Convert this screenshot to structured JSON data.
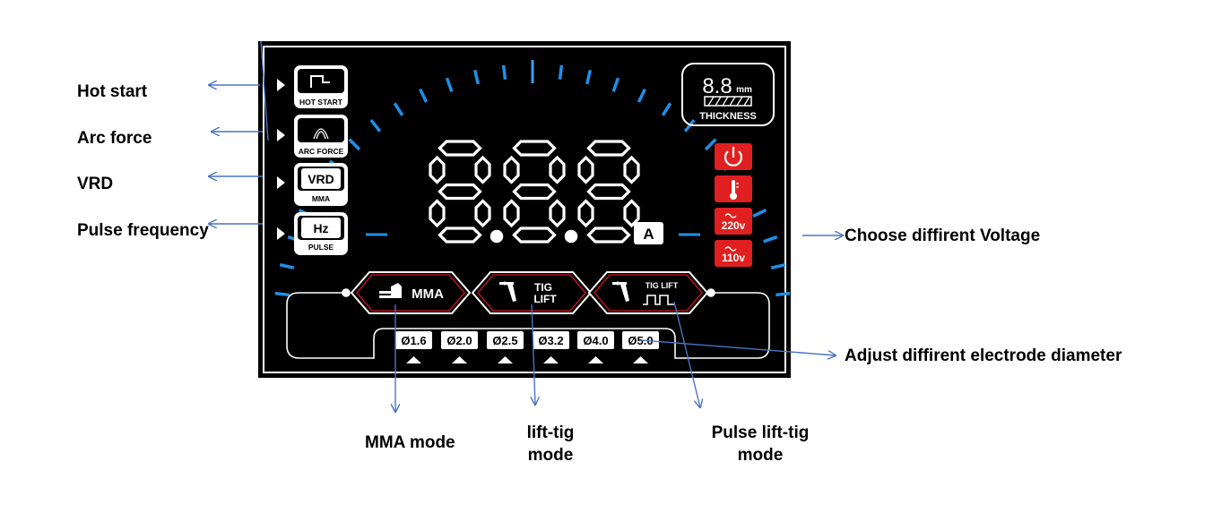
{
  "colors": {
    "panel_bg": "#000000",
    "segment": "#ffffff",
    "tick_blue": "#1e90e8",
    "warn_red": "#e02020",
    "arrow_blue": "#4a74c4",
    "mode_border": "#b01020"
  },
  "annotations": {
    "hot_start": "Hot start",
    "arc_force": "Arc force",
    "vrd": "VRD",
    "pulse_frequency": "Pulse frequency",
    "choose_voltage": "Choose diffirent Voltage",
    "adjust_diameter": "Adjust diffirent electrode diameter",
    "mma_mode": "MMA mode",
    "lift_tig_line1": "lift-tig",
    "lift_tig_line2": "mode",
    "pulse_lift_tig_line1": "Pulse lift-tig",
    "pulse_lift_tig_line2": "mode"
  },
  "left_buttons": {
    "hot_start_label": "HOT START",
    "arc_force_label": "ARC FORCE",
    "vrd_top": "VRD",
    "vrd_bottom": "MMA",
    "hz_top": "Hz",
    "hz_bottom": "PULSE"
  },
  "display": {
    "digits": "8.8.8",
    "unit": "A"
  },
  "thickness": {
    "value": "8.8",
    "unit": "mm",
    "label": "THICKNESS"
  },
  "status_icons": {
    "power_icon": "power-icon",
    "temperature_icon": "thermometer-icon",
    "v220": "220v",
    "v110": "110v"
  },
  "modes": {
    "mma": "MMA",
    "tig_line1": "TIG",
    "tig_line2": "LIFT",
    "pulse_tig": "TIG LIFT"
  },
  "diameters": [
    "Ø1.6",
    "Ø2.0",
    "Ø2.5",
    "Ø3.2",
    "Ø4.0",
    "Ø5.0"
  ]
}
